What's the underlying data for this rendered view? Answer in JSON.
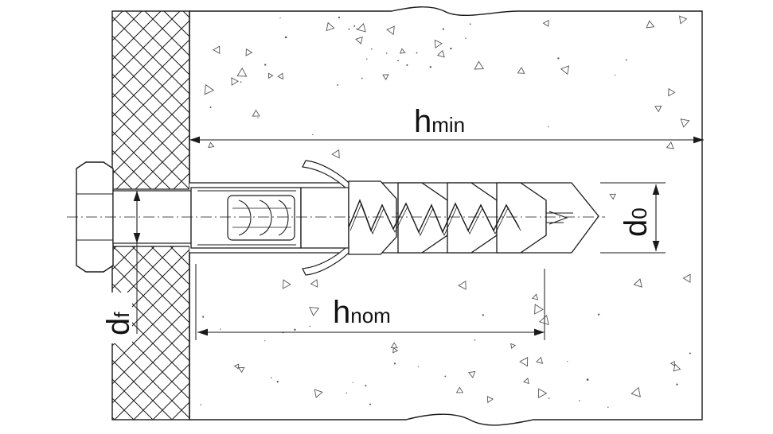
{
  "labels": {
    "h_min": {
      "main": "h",
      "sub": "min"
    },
    "h_nom": {
      "main": "h",
      "sub": "nom"
    },
    "d_0": {
      "main": "d",
      "sub": "0"
    },
    "d_f": {
      "main": "d",
      "sub": "f"
    }
  },
  "colors": {
    "line": "#1a1a1a",
    "concrete": "#ffffff",
    "fixture_hatch": "#1a1a1a",
    "speckle": "#555555"
  }
}
